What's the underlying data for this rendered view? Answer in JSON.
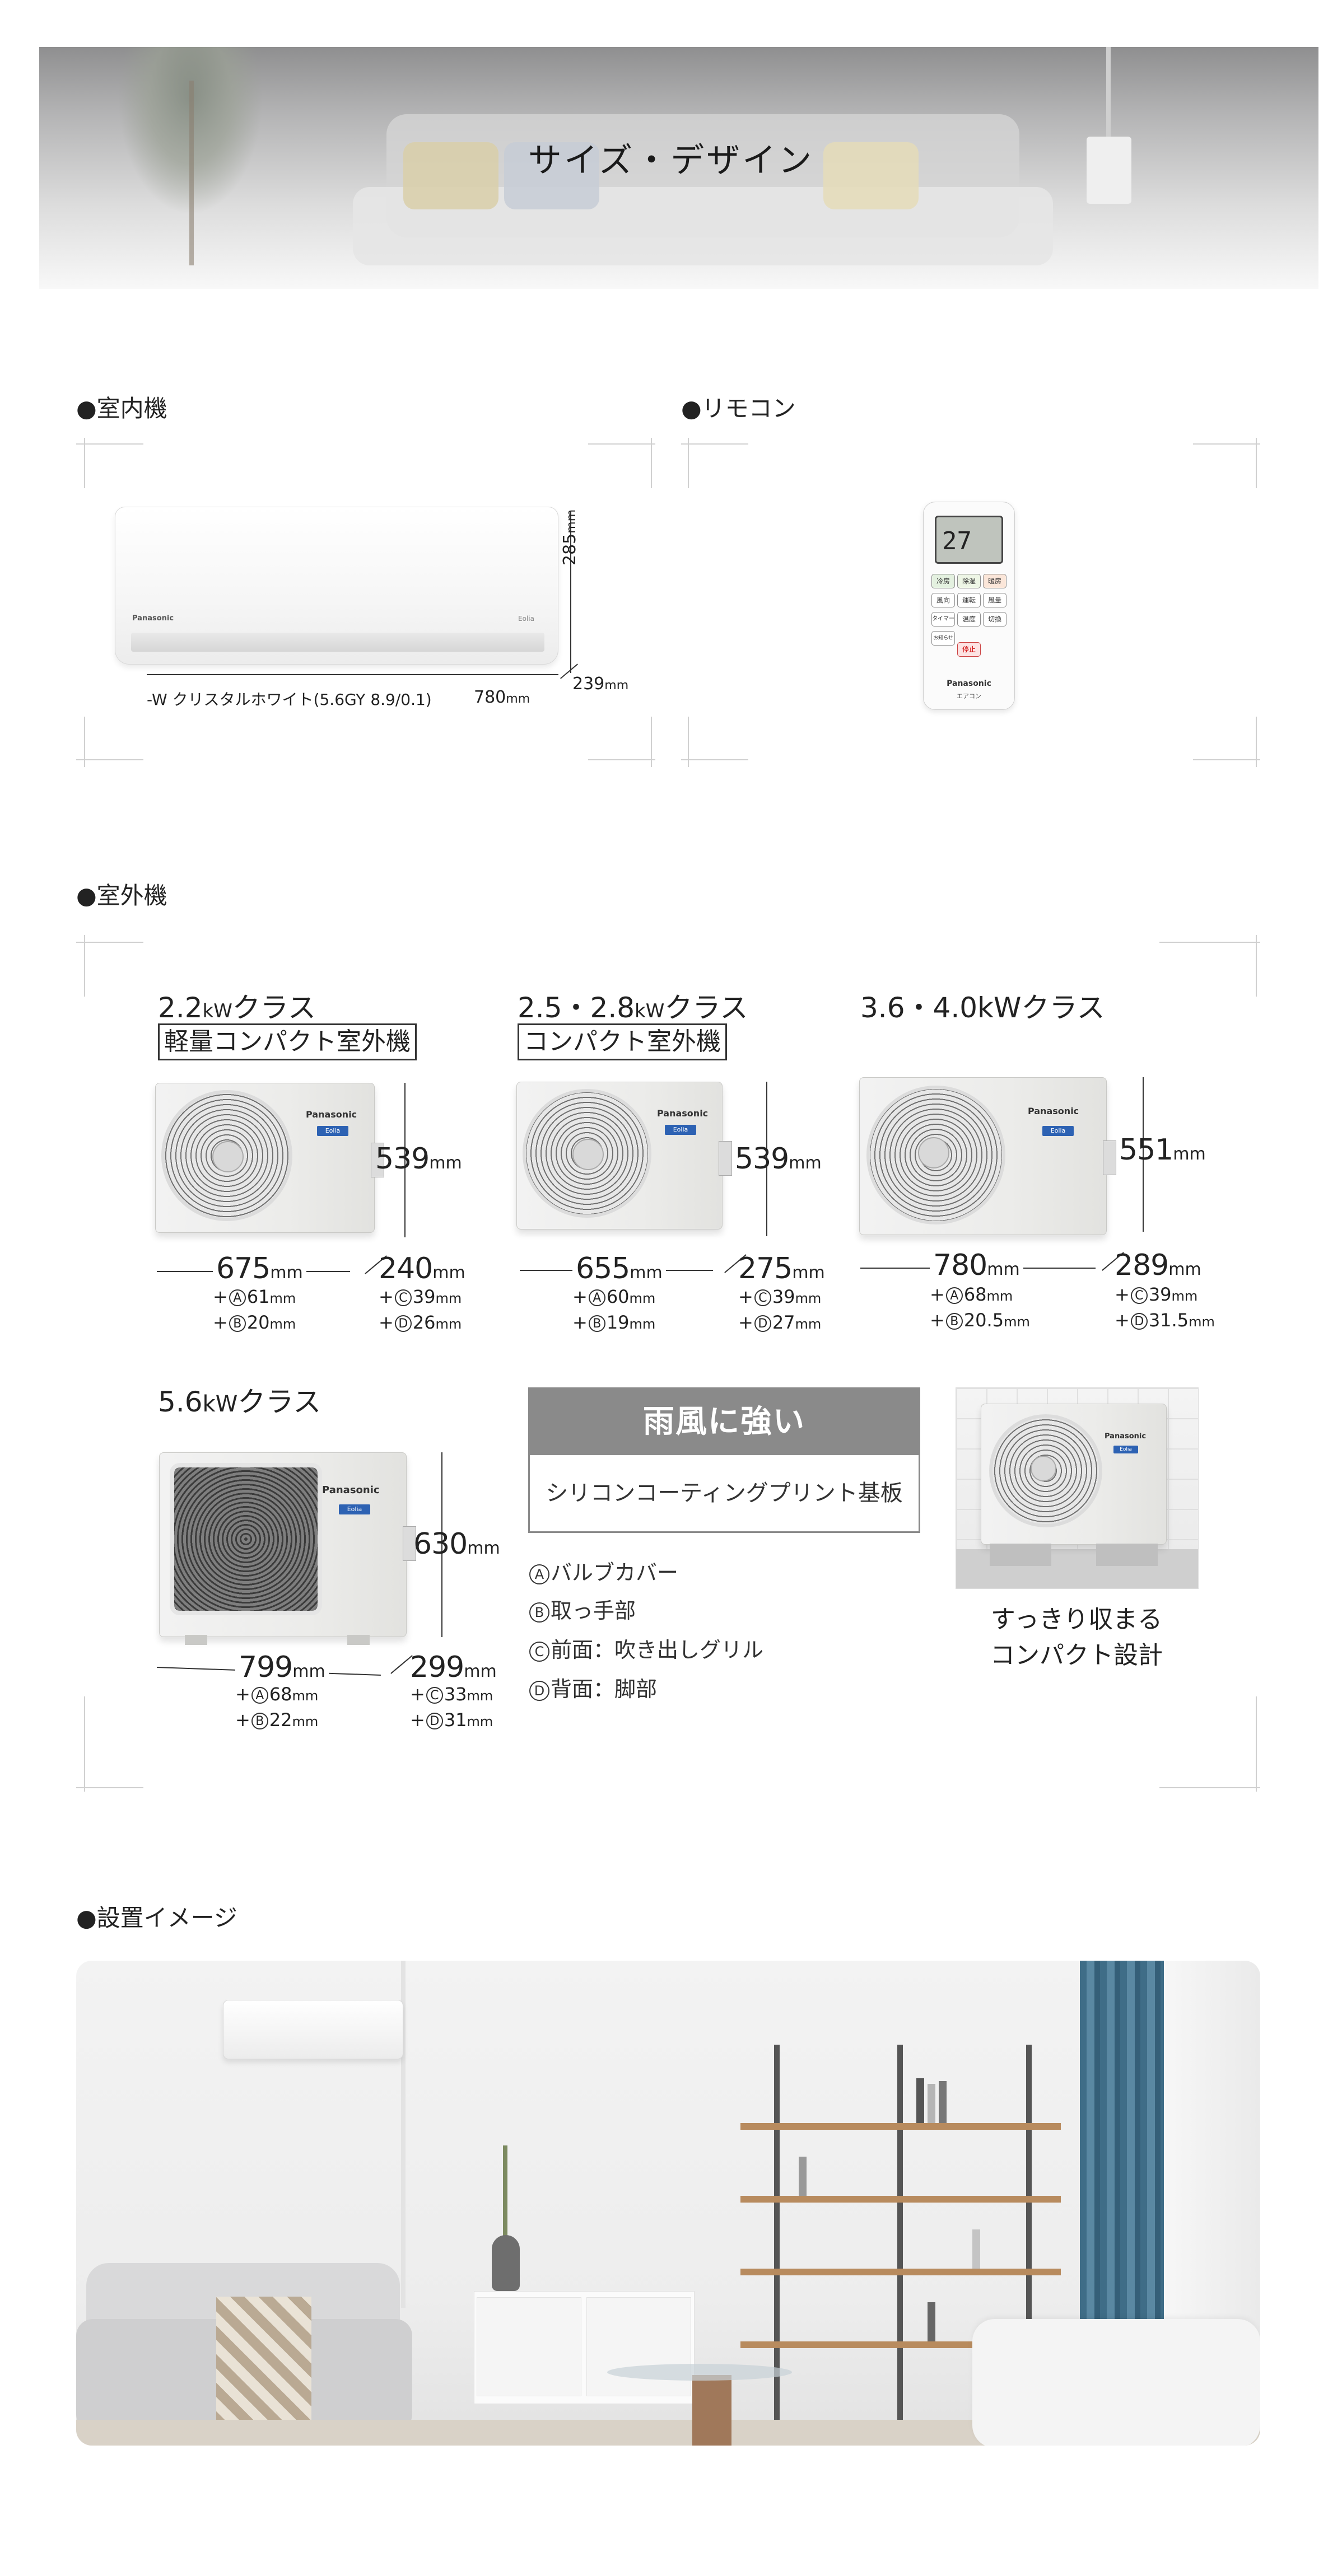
{
  "hero": {
    "title": "サイズ・デザイン"
  },
  "sections": {
    "indoor": {
      "label": "●室内機"
    },
    "remote": {
      "label": "●リモコン"
    },
    "outdoor": {
      "label": "●室外機"
    },
    "install": {
      "label": "●設置イメージ"
    }
  },
  "indoor_unit": {
    "color_note": "-W クリスタルホワイト(5.6GY 8.9/0.1)",
    "width": "780",
    "height": "285",
    "depth": "239",
    "unit": "mm",
    "brand": "Panasonic",
    "model_mark": "Eolia"
  },
  "remote": {
    "lcd": "27",
    "brand": "Panasonic",
    "sub": "エアコン",
    "buttons": [
      "冷房",
      "除湿",
      "暖房",
      "風向",
      "運転",
      "風量",
      "タイマー",
      "温度",
      "切換",
      "お知らせ",
      "停止"
    ]
  },
  "outdoor_units": [
    {
      "title_a": "2.2",
      "title_unit": "kW",
      "title_b": "クラス",
      "badge": "軽量コンパクト室外機",
      "width": "675",
      "height": "539",
      "depth": "240",
      "a": "61",
      "b": "20",
      "c": "39",
      "d": "26"
    },
    {
      "title_a": "2.5・2.8",
      "title_unit": "kW",
      "title_b": "クラス",
      "badge": "コンパクト室外機",
      "width": "655",
      "height": "539",
      "depth": "275",
      "a": "60",
      "b": "19",
      "c": "39",
      "d": "27"
    },
    {
      "title_a": "3.6・4.0",
      "title_unit": "kW",
      "title_b": "クラス",
      "badge": "",
      "width": "780",
      "height": "551",
      "depth": "289",
      "a": "68",
      "b": "20.5",
      "c": "39",
      "d": "31.5"
    },
    {
      "title_a": "5.6",
      "title_unit": "kW",
      "title_b": "クラス",
      "badge": "",
      "width": "799",
      "height": "630",
      "depth": "299",
      "a": "68",
      "b": "22",
      "c": "33",
      "d": "31"
    }
  ],
  "units": {
    "mm": "mm",
    "plus": "+"
  },
  "circle_letters": {
    "a": "A",
    "b": "B",
    "c": "C",
    "d": "D"
  },
  "feature": {
    "heading": "雨風に強い",
    "body": "シリコンコーティングプリント基板"
  },
  "legend": [
    {
      "letter": "A",
      "text": "バルブカバー"
    },
    {
      "letter": "B",
      "text": "取っ手部"
    },
    {
      "letter": "C",
      "text": "前面：吹き出しグリル"
    },
    {
      "letter": "D",
      "text": "背面：脚部"
    }
  ],
  "compact_caption": [
    "すっきり収まる",
    "コンパクト設計"
  ],
  "colors": {
    "badge_blue": "#2d62b3",
    "feature_gray": "#8a8a8a"
  }
}
